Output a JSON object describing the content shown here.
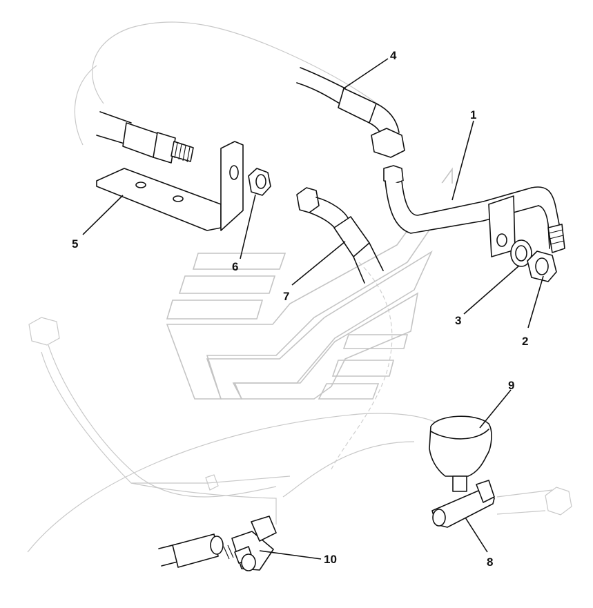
{
  "callouts": [
    {
      "id": "1",
      "label": "1"
    },
    {
      "id": "2",
      "label": "2"
    },
    {
      "id": "3",
      "label": "3"
    },
    {
      "id": "4",
      "label": "4"
    },
    {
      "id": "5",
      "label": "5"
    },
    {
      "id": "6",
      "label": "6"
    },
    {
      "id": "7",
      "label": "7"
    },
    {
      "id": "8",
      "label": "8"
    },
    {
      "id": "9",
      "label": "9"
    },
    {
      "id": "10",
      "label": "10"
    }
  ],
  "icons": {
    "watermark": "chevron-logo-watermark"
  },
  "colors": {
    "line": "#111111",
    "ghost": "#c8c8c8",
    "watermark": "#c4c4c4",
    "background": "#ffffff"
  }
}
